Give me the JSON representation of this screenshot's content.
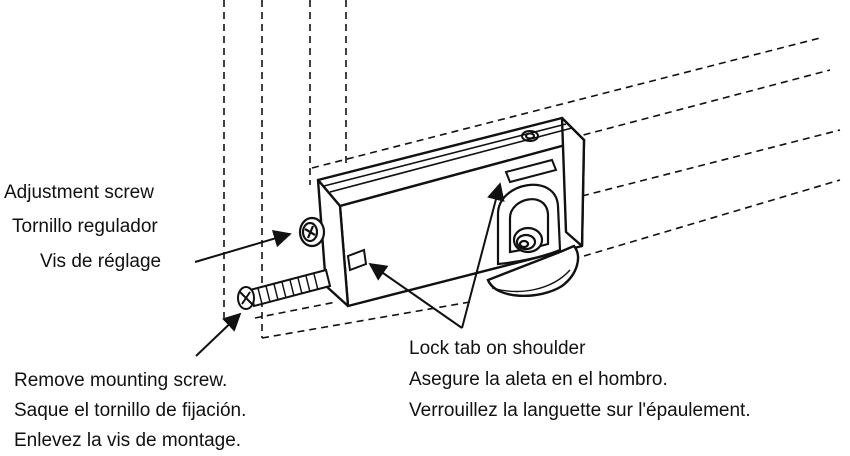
{
  "labels": {
    "adjustment_screw": {
      "en": "Adjustment screw",
      "es": "Tornillo regulador",
      "fr": "Vis de réglage"
    },
    "lock_tab": {
      "en": "Lock tab on shoulder",
      "es": "Asegure la aleta en el hombro.",
      "fr": "Verrouillez la languette sur l'épaulement."
    },
    "mounting_screw": {
      "en": "Remove mounting screw.",
      "es": "Saque el tornillo de fijación.",
      "fr": "Enlevez la vis de montage."
    }
  },
  "colors": {
    "line": "#111111",
    "background": "#ffffff"
  }
}
